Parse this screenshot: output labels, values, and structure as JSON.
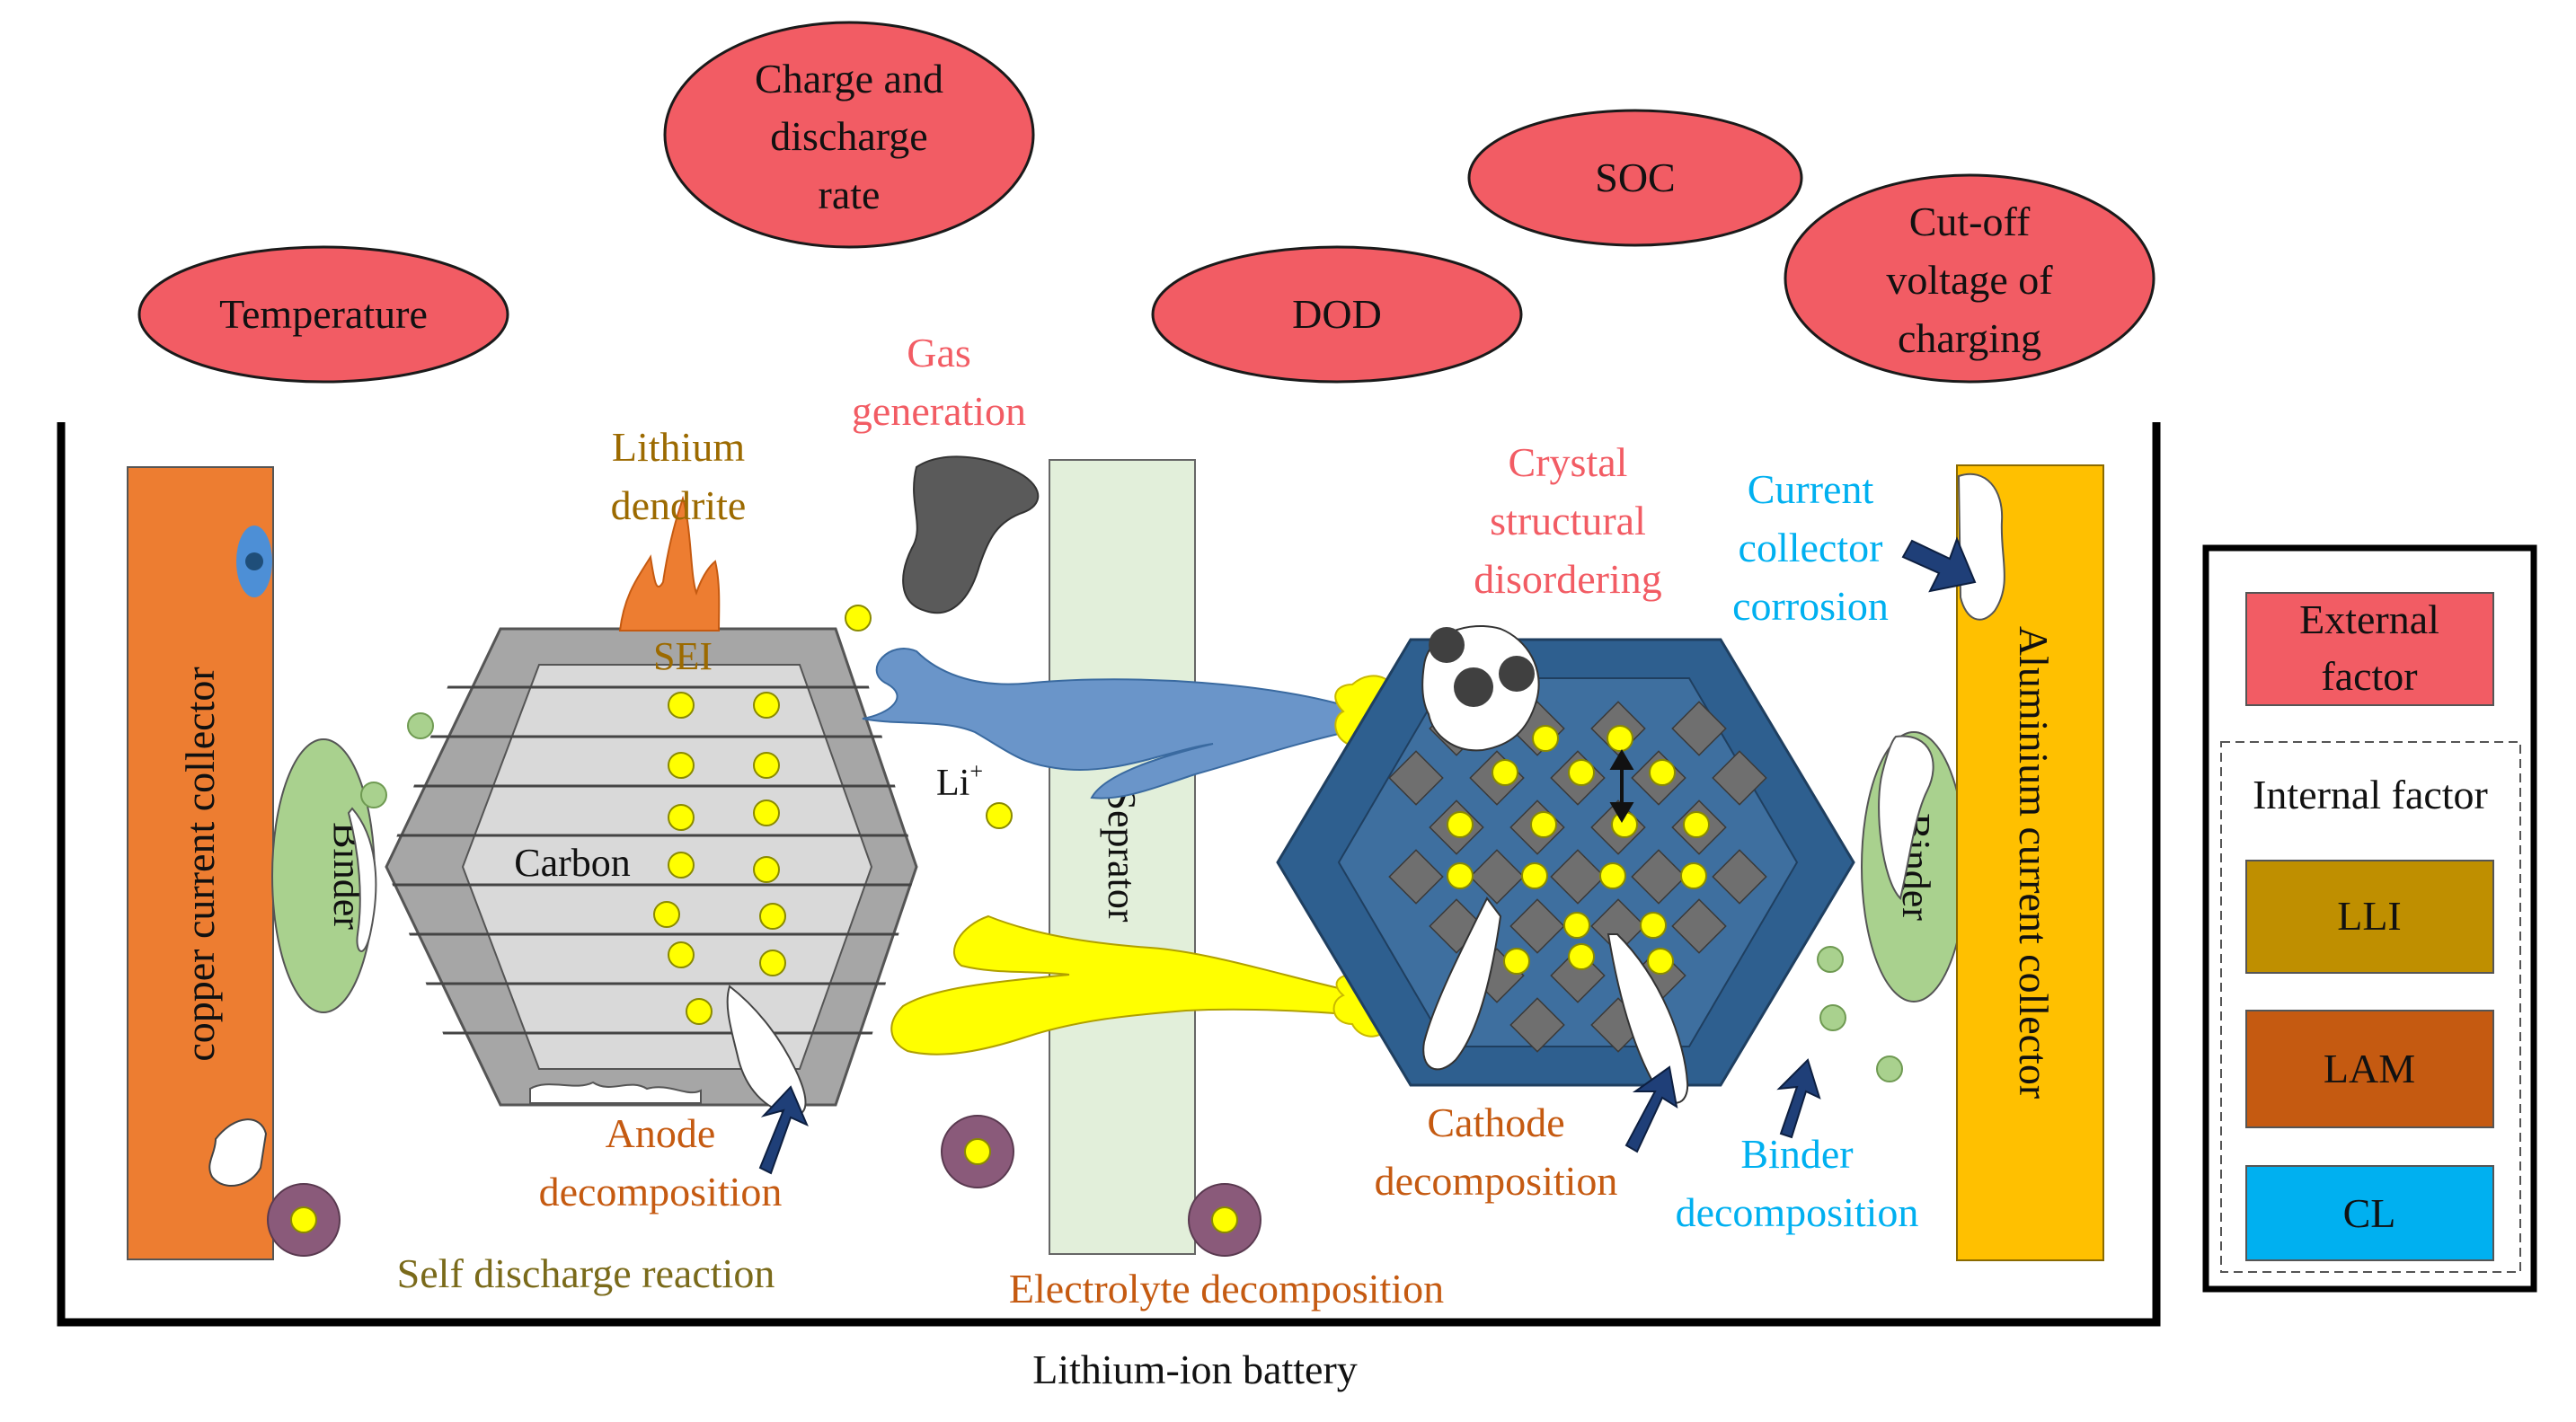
{
  "external_factors": {
    "charge_rate": [
      "Charge and",
      "discharge",
      "rate"
    ],
    "temperature": "Temperature",
    "dod": "DOD",
    "soc": "SOC",
    "cutoff_voltage": [
      "Cut-off",
      "voltage of",
      "charging"
    ]
  },
  "labels": {
    "gas_generation": [
      "Gas",
      "generation"
    ],
    "lithium_dendrite": [
      "Lithium",
      "dendrite"
    ],
    "sei": "SEI",
    "carbon": "Carbon",
    "li_ion": "Li",
    "li_ion_charge": "+",
    "separator": "Seprator",
    "crystal_disordering": [
      "Crystal",
      "structural",
      "disordering"
    ],
    "collector_corrosion": [
      "Current",
      "collector",
      "corrosion"
    ],
    "copper_collector": "copper current collector",
    "aluminium_collector": "Aluminium current collector",
    "binder_left": "Binder",
    "binder_right": "Binder",
    "anode_decomposition": [
      "Anode",
      "decomposition"
    ],
    "cathode_decomposition": [
      "Cathode",
      "decomposition"
    ],
    "binder_decomposition": [
      "Binder",
      "decomposition"
    ],
    "self_discharge": "Self discharge reaction",
    "electrolyte_decomposition": "Electrolyte decomposition",
    "battery_caption": "Lithium-ion battery"
  },
  "legend": {
    "external": [
      "External",
      "factor"
    ],
    "internal_title": "Internal factor",
    "lli": "LLI",
    "lam": "LAM",
    "cl": "CL"
  },
  "colors": {
    "external_fill": "#f25c64",
    "lli": "#bf8f00",
    "lam": "#c55a11",
    "cl": "#00b0f0",
    "copper": "#ed7d31",
    "aluminium": "#ffc000",
    "cathode": "#2e5f8f",
    "anode": "#a6a6a6",
    "separator": "#e2efda",
    "ion": "#ffff00",
    "binder": "#a9d18e"
  }
}
